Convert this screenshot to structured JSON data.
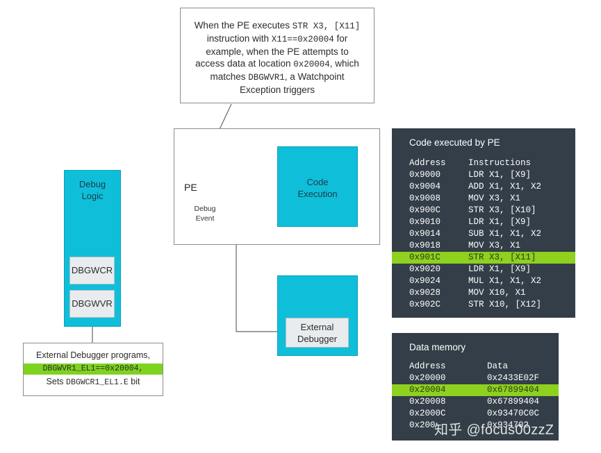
{
  "callout": {
    "t1": "When the PE executes ",
    "m1": "STR X3, [X11]",
    "t2": "instruction with ",
    "m2": "X11==0x20004",
    "t3": " for",
    "t4": "example, when the PE attempts to",
    "t5": "access data at location ",
    "m3": "0x20004",
    "t6": ", which",
    "t7": "matches ",
    "m4": "DBGWVR1",
    "t8": ", a Watchpoint",
    "t9": "Exception triggers"
  },
  "pe": {
    "label": "PE",
    "debug_event_line1": "Debug",
    "debug_event_line2": "Event"
  },
  "code_execution": {
    "line1": "Code",
    "line2": "Execution"
  },
  "external_debugger": {
    "line1": "External",
    "line2": "Debugger"
  },
  "debug_logic": {
    "line1": "Debug",
    "line2": "Logic",
    "reg1": "DBGWCR",
    "reg2": "DBGWVR"
  },
  "ext_prog": {
    "line1": "External Debugger programs,",
    "line2": "DBGWVR1_EL1==0x20004,",
    "line3_text": "Sets ",
    "line3_mono": "DBGWCR1_EL1.E",
    "line3_end": " bit"
  },
  "code_table": {
    "title": "Code executed by PE",
    "col_address": "Address",
    "col_instructions": "Instructions",
    "highlight_index": 7,
    "rows": [
      {
        "address": "0x9000",
        "instr": "LDR X1, [X9]"
      },
      {
        "address": "0x9004",
        "instr": "ADD X1, X1, X2"
      },
      {
        "address": "0x9008",
        "instr": "MOV X3, X1"
      },
      {
        "address": "0x900C",
        "instr": "STR X3, [X10]"
      },
      {
        "address": "0x9010",
        "instr": "LDR X1, [X9]"
      },
      {
        "address": "0x9014",
        "instr": "SUB X1, X1, X2"
      },
      {
        "address": "0x9018",
        "instr": "MOV X3, X1"
      },
      {
        "address": "0x901C",
        "instr": "STR X3, [X11]"
      },
      {
        "address": "0x9020",
        "instr": "LDR X1, [X9]"
      },
      {
        "address": "0x9024",
        "instr": "MUL X1, X1, X2"
      },
      {
        "address": "0x9028",
        "instr": "MOV X10, X1"
      },
      {
        "address": "0x902C",
        "instr": "STR X10, [X12]"
      }
    ]
  },
  "mem_table": {
    "title": "Data memory",
    "col_address": "Address",
    "col_data": "Data",
    "highlight_index": 1,
    "rows": [
      {
        "address": "0x20000",
        "data": "0x2433E02F"
      },
      {
        "address": "0x20004",
        "data": "0x67899404"
      },
      {
        "address": "0x20008",
        "data": "0x67899404"
      },
      {
        "address": "0x2000C",
        "data": "0x93470C0C"
      },
      {
        "address": "0x200",
        "data": "0x934702"
      }
    ]
  },
  "watermark": "知乎 @focus00zzZ",
  "colors": {
    "cyan": "#0fbfda",
    "dark_panel": "#333e48",
    "highlight": "#8ed11e"
  }
}
